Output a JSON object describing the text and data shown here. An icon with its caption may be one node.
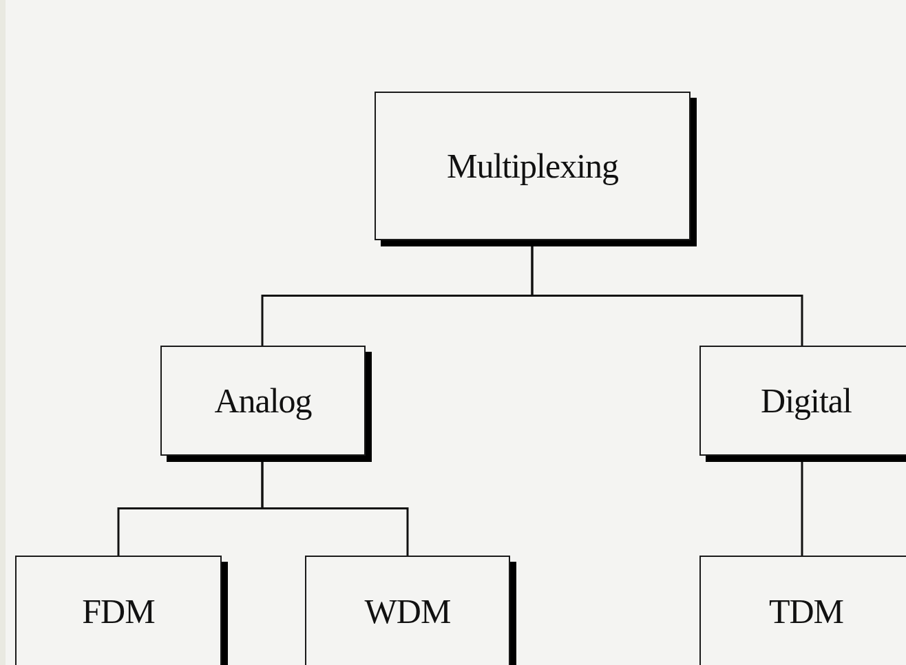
{
  "diagram": {
    "nodes": [
      {
        "text": [
          "Multiplexing"
        ]
      },
      {
        "text": [
          "Analog"
        ]
      },
      {
        "text": [
          "Digital"
        ]
      },
      {
        "text": [
          "FDM"
        ]
      },
      {
        "text": [
          "WDM"
        ]
      },
      {
        "text": [
          "TDM"
        ]
      }
    ],
    "edges": [
      {
        "from": 0,
        "to": 1,
        "arrow": "none"
      },
      {
        "from": 0,
        "to": 2,
        "arrow": "none"
      },
      {
        "from": 1,
        "to": 3,
        "arrow": "none"
      },
      {
        "from": 1,
        "to": 4,
        "arrow": "none"
      },
      {
        "from": 2,
        "to": 5,
        "arrow": "none"
      }
    ]
  }
}
